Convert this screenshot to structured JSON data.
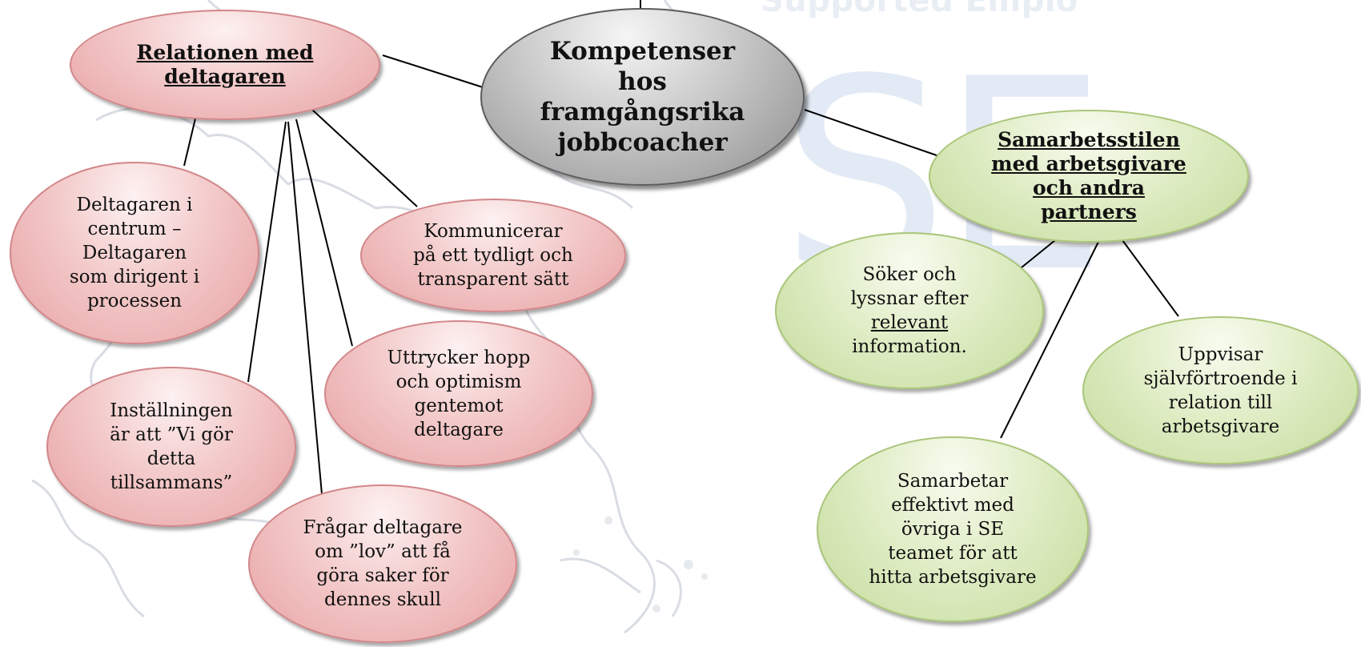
{
  "background": {
    "watermark_text": "Supported Employm",
    "logo_letters": "SE",
    "colors": {
      "map_outline": "#d9dde3",
      "logo": "#e2eaf5"
    }
  },
  "colors": {
    "red_fill": "#f3c9c9",
    "red_border": "#d2878a",
    "green_fill": "#e0edc6",
    "green_border": "#aac67a",
    "center_fill": "#b4b4b4",
    "connector": "#000000"
  },
  "center": {
    "lines": [
      "Kompetenser",
      "hos",
      "framgångsrika",
      "jobbcoacher"
    ]
  },
  "left_branch": {
    "title_lines": [
      "Relationen med",
      "deltagaren"
    ],
    "items": [
      {
        "lines": [
          "Deltagaren i",
          "centrum –",
          "Deltagaren",
          "som dirigent i",
          "processen"
        ]
      },
      {
        "lines": [
          "Kommunicerar",
          "på ett tydligt och",
          "transparent sätt"
        ]
      },
      {
        "lines": [
          "Uttrycker hopp",
          "och optimism",
          "gentemot",
          "deltagare"
        ]
      },
      {
        "lines": [
          "Inställningen",
          "är att ”Vi gör",
          "detta",
          "tillsammans”"
        ]
      },
      {
        "lines": [
          "Frågar deltagare",
          "om ”lov” att få",
          "göra saker för",
          "dennes skull"
        ]
      }
    ]
  },
  "right_branch": {
    "title_lines": [
      "Samarbetsstilen",
      "med arbetsgivare",
      "och andra",
      "partners"
    ],
    "items": [
      {
        "lines": [
          "Söker och",
          "lyssnar efter",
          "relevant",
          "information."
        ]
      },
      {
        "lines": [
          "Uppvisar",
          "självförtroende i",
          "relation till",
          "arbetsgivare"
        ]
      },
      {
        "lines": [
          "Samarbetar",
          "effektivt med",
          "övriga i SE",
          "teamet för att",
          "hitta arbetsgivare"
        ]
      }
    ]
  }
}
